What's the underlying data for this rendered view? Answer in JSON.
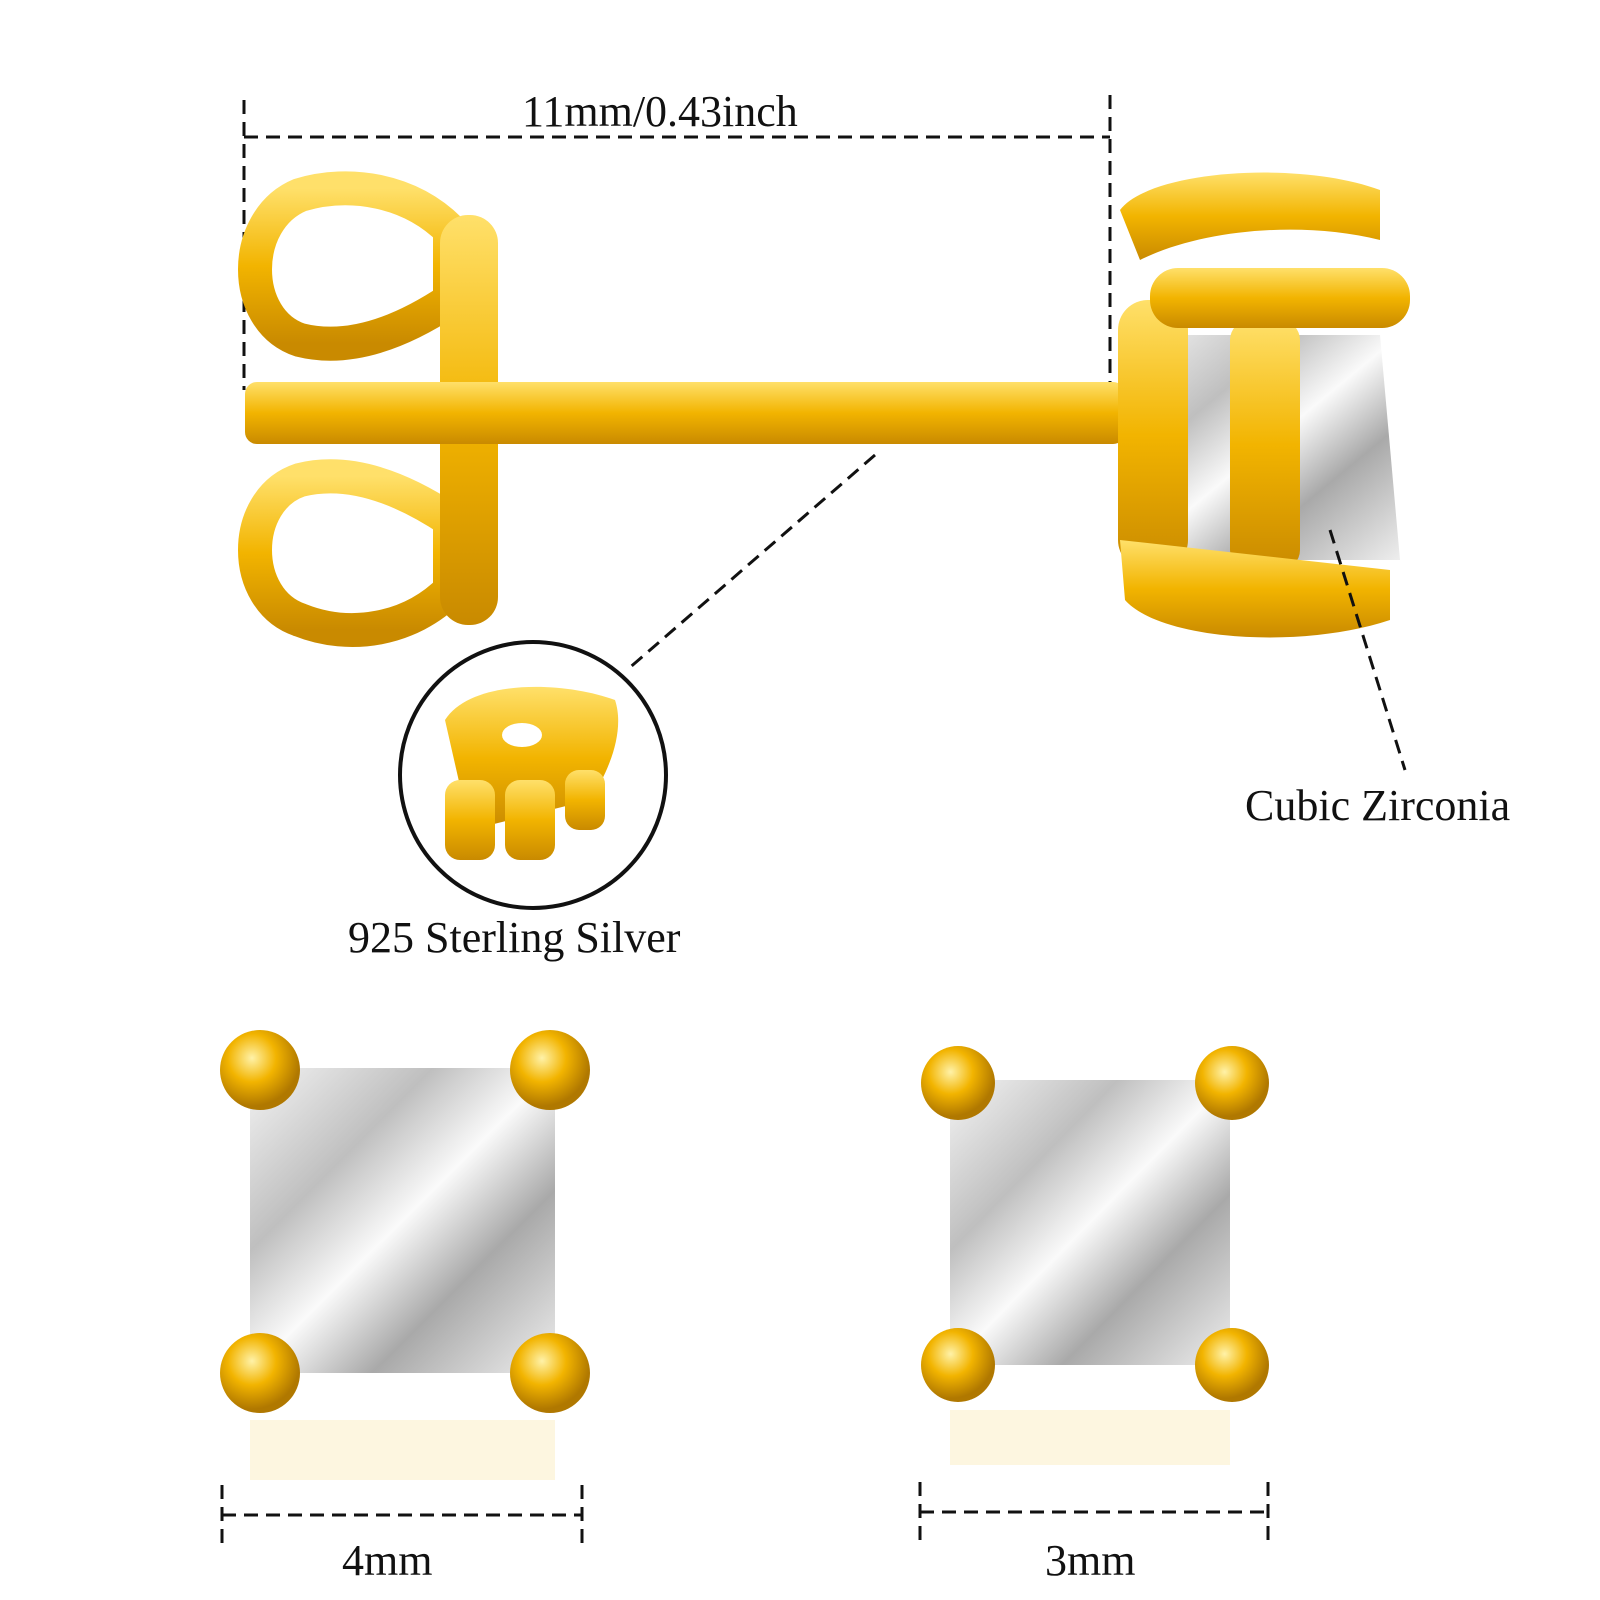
{
  "annotations": {
    "length": "11mm/0.43inch",
    "stone": "Cubic Zirconia",
    "material": "925 Sterling Silver",
    "size_large": "4mm",
    "size_small": "3mm"
  },
  "colors": {
    "gold": "#f2b400",
    "gold_dark": "#c98a00",
    "gold_light": "#ffd84a",
    "line": "#111111"
  }
}
